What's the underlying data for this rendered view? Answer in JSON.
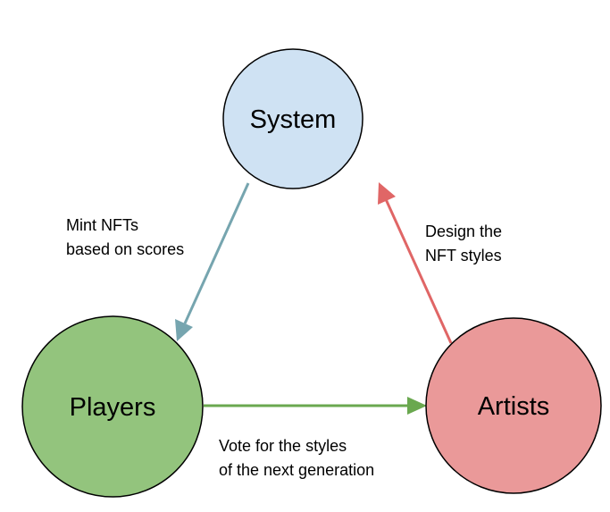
{
  "nodes": {
    "system": {
      "label": "System",
      "fill": "#cfe2f3",
      "stroke": "#000000"
    },
    "players": {
      "label": "Players",
      "fill": "#93c47d",
      "stroke": "#000000"
    },
    "artists": {
      "label": "Artists",
      "fill": "#ea9999",
      "stroke": "#000000"
    }
  },
  "edges": {
    "system_to_players": {
      "color": "#76a5af",
      "label_lines": [
        "Mint NFTs",
        "based on scores"
      ]
    },
    "artists_to_system": {
      "color": "#e06666",
      "label_lines": [
        "Design the",
        "NFT styles"
      ]
    },
    "players_to_artists": {
      "color": "#6aa84f",
      "label_lines": [
        "Vote for the styles",
        "of the next generation"
      ]
    }
  }
}
